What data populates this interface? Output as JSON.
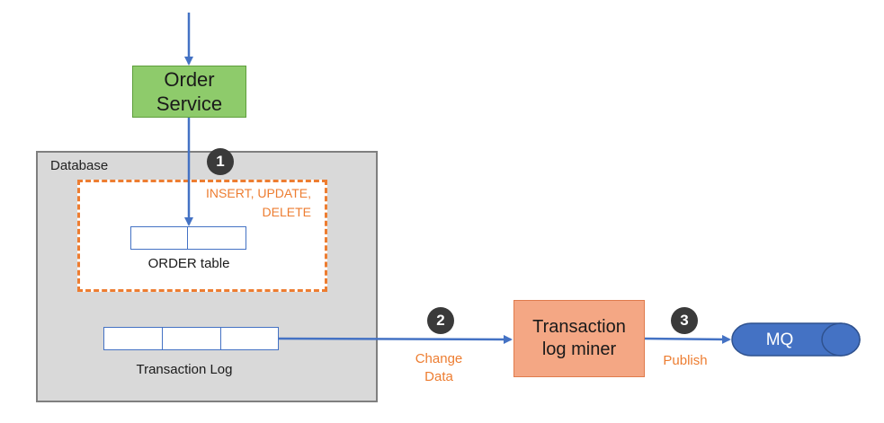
{
  "order_service": {
    "label": "Order Service"
  },
  "database": {
    "label": "Database"
  },
  "sql_ops": {
    "label": "INSERT, UPDATE, DELETE"
  },
  "order_table": {
    "label": "ORDER table"
  },
  "transaction_log": {
    "label": "Transaction Log"
  },
  "change_data": {
    "label": "Change Data"
  },
  "miner": {
    "label": "Transaction log miner"
  },
  "publish": {
    "label": "Publish"
  },
  "mq": {
    "label": "MQ"
  },
  "steps": [
    "1",
    "2",
    "3"
  ],
  "colors": {
    "arrow": "#4472c4",
    "orange": "#ed7d31",
    "service_fill": "#8ecb6b",
    "miner_fill": "#f4a784",
    "mq_fill": "#4472c4",
    "badge": "#3a3a3a",
    "db_fill": "#d9d9d9"
  }
}
